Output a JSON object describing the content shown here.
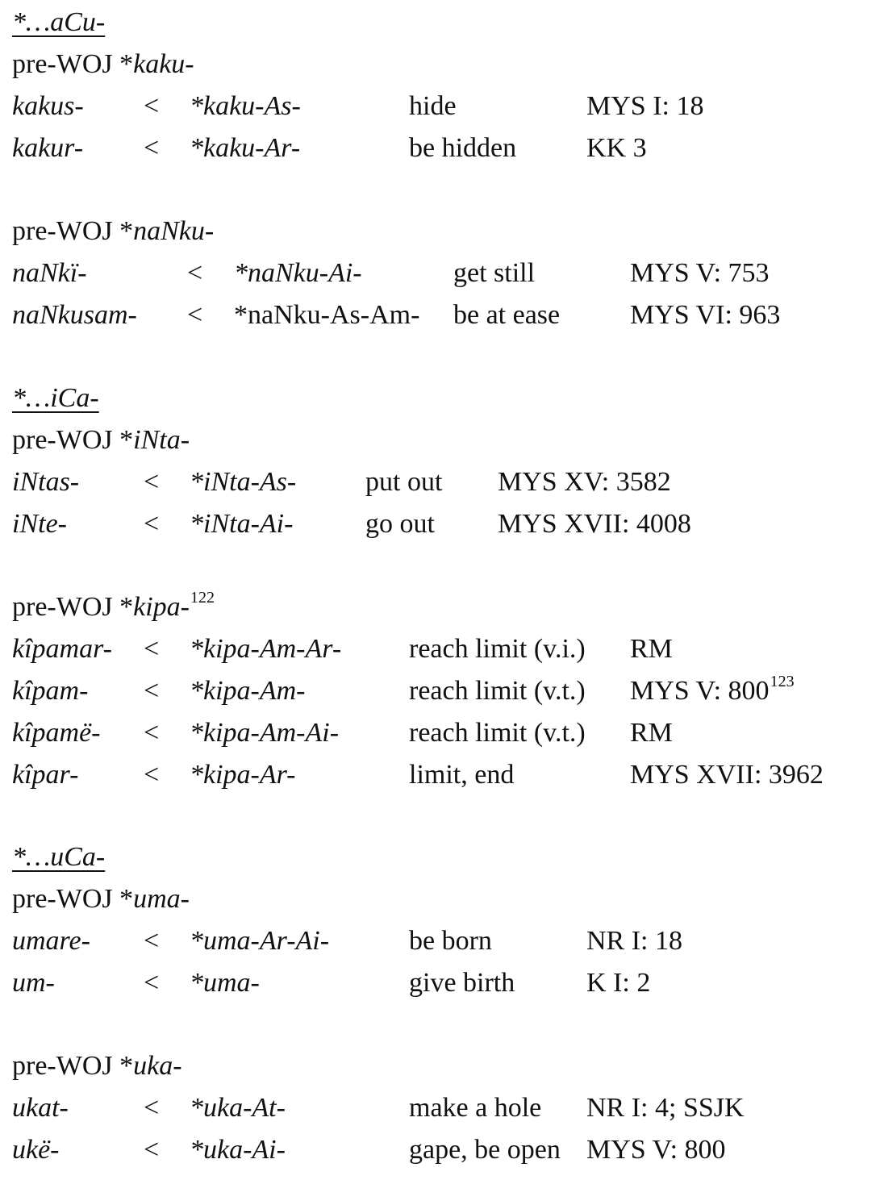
{
  "sections": [
    {
      "header": "*…aCu-",
      "groups": [
        {
          "prefix": "pre-WOJ *",
          "root": "kaku-",
          "rows": [
            {
              "form": "kakus-",
              "arrow": "<",
              "source": "*kaku-As-",
              "gloss": "hide",
              "ref": "MYS I: 18"
            },
            {
              "form": "kakur-",
              "arrow": "<",
              "source": "*kaku-Ar-",
              "gloss": "be hidden",
              "ref": "KK 3"
            }
          ]
        },
        {
          "prefix": "pre-WOJ *",
          "root": "naNku-",
          "rows": [
            {
              "form": "naNkï-",
              "arrow": "<",
              "source": "*naNku-Ai-",
              "gloss": "get still",
              "ref": "MYS V: 753"
            },
            {
              "form": "naNkusam-",
              "arrow": "<",
              "source": "*naNku-As-Am-",
              "gloss": "be at ease",
              "ref": "MYS VI: 963"
            }
          ]
        }
      ]
    },
    {
      "header": "*…iCa-",
      "groups": [
        {
          "prefix": "pre-WOJ *",
          "root": "iNta-",
          "rows": [
            {
              "form": "iNtas-",
              "arrow": "<",
              "source": "*iNta-As-",
              "gloss": "put out",
              "ref": "MYS XV: 3582"
            },
            {
              "form": "iNte-",
              "arrow": "<",
              "source": "*iNta-Ai-",
              "gloss": "go out",
              "ref": "MYS XVII: 4008"
            }
          ]
        },
        {
          "prefix": "pre-WOJ *",
          "root": "kipa-",
          "footnote": "122",
          "rows": [
            {
              "form": "kîpamar-",
              "arrow": "<",
              "source": "*kipa-Am-Ar-",
              "gloss": "reach limit (v.i.)",
              "ref": "RM"
            },
            {
              "form": "kîpam-",
              "arrow": "<",
              "source": "*kipa-Am-",
              "gloss": "reach limit (v.t.)",
              "ref": "MYS V: 800",
              "ref_footnote": "123"
            },
            {
              "form": "kîpamë-",
              "arrow": "<",
              "source": "*kipa-Am-Ai-",
              "gloss": "reach limit (v.t.)",
              "ref": "RM"
            },
            {
              "form": "kîpar-",
              "arrow": "<",
              "source": "*kipa-Ar-",
              "gloss": "limit, end",
              "ref": "MYS XVII: 3962"
            }
          ]
        }
      ]
    },
    {
      "header": "*…uCa-",
      "groups": [
        {
          "prefix": "pre-WOJ *",
          "root": "uma-",
          "rows": [
            {
              "form": "umare-",
              "arrow": "<",
              "source": "*uma-Ar-Ai-",
              "gloss": "be born",
              "ref": "NR I: 18"
            },
            {
              "form": "um-",
              "arrow": "<",
              "source": "*uma-",
              "gloss": "give birth",
              "ref": "K I: 2"
            }
          ]
        },
        {
          "prefix": "pre-WOJ *",
          "root": "uka-",
          "rows": [
            {
              "form": "ukat-",
              "arrow": "<",
              "source": "*uka-At-",
              "gloss": "make a hole",
              "ref": "NR I: 4; SSJK"
            },
            {
              "form": "ukë-",
              "arrow": "<",
              "source": "*uka-Ai-",
              "gloss": "gape, be open",
              "ref": "MYS V: 800"
            }
          ]
        }
      ]
    }
  ]
}
